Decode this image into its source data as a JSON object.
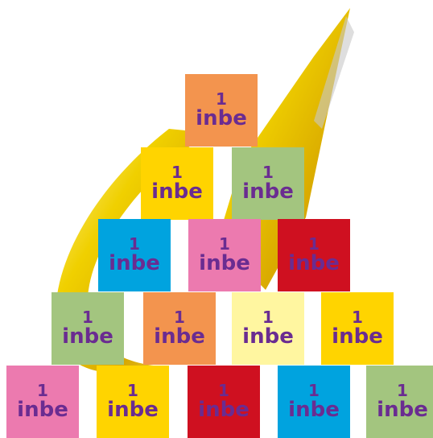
{
  "colors": {
    "text": "#6a2c91",
    "orange": "#f3944e",
    "yellow": "#ffd400",
    "green": "#a3c57f",
    "blue": "#00a3df",
    "pink": "#ec7aaf",
    "red": "#cf1020",
    "pale_yellow": "#fff6a0",
    "logo_gold": "#e9c400"
  },
  "blocks": [
    {
      "number": "1",
      "word": "inbe",
      "color": "orange"
    },
    {
      "number": "1",
      "word": "inbe",
      "color": "yellow"
    },
    {
      "number": "1",
      "word": "inbe",
      "color": "green"
    },
    {
      "number": "1",
      "word": "inbe",
      "color": "blue"
    },
    {
      "number": "1",
      "word": "inbe",
      "color": "pink"
    },
    {
      "number": "1",
      "word": "inbe",
      "color": "red"
    },
    {
      "number": "1",
      "word": "inbe",
      "color": "green"
    },
    {
      "number": "1",
      "word": "inbe",
      "color": "orange"
    },
    {
      "number": "1",
      "word": "inbe",
      "color": "pale_yellow"
    },
    {
      "number": "1",
      "word": "inbe",
      "color": "yellow"
    },
    {
      "number": "1",
      "word": "inbe",
      "color": "pink"
    },
    {
      "number": "1",
      "word": "inbe",
      "color": "yellow"
    },
    {
      "number": "1",
      "word": "inbe",
      "color": "red"
    },
    {
      "number": "1",
      "word": "inbe",
      "color": "blue"
    },
    {
      "number": "1",
      "word": "inbe",
      "color": "green"
    }
  ]
}
